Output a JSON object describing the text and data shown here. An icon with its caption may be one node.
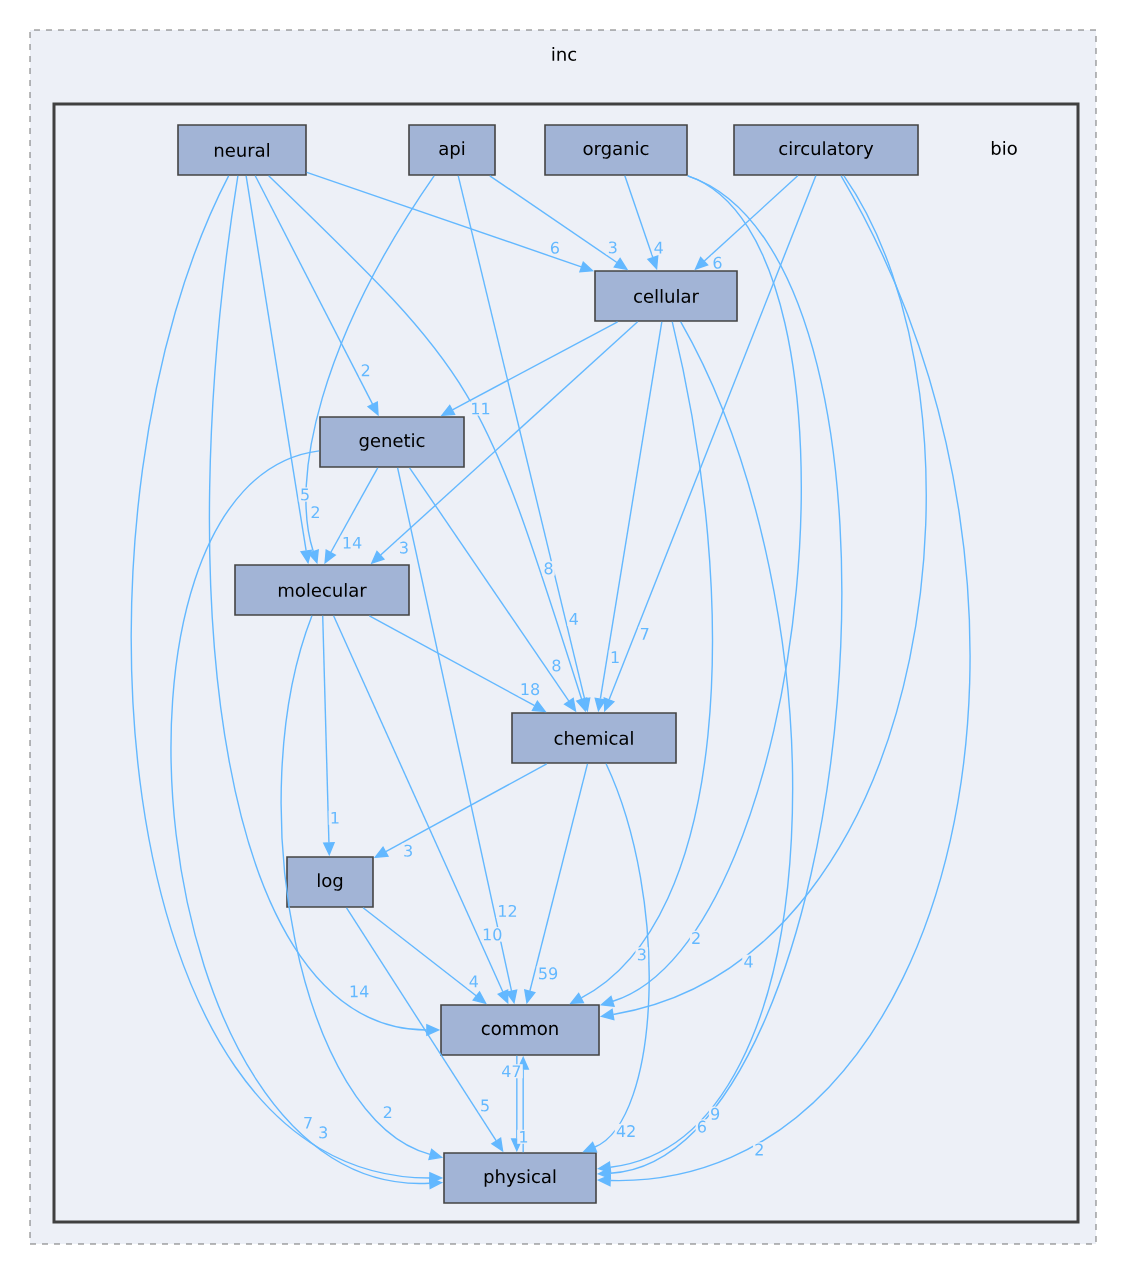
{
  "diagram": {
    "nodes": [
      {
        "text": [
          "inc"
        ]
      },
      {
        "text": [
          "bio"
        ],
        "in": 0
      },
      {
        "text": [
          "neural"
        ],
        "in": 1
      },
      {
        "text": [
          "api"
        ],
        "in": 1
      },
      {
        "text": [
          "organic"
        ],
        "in": 1
      },
      {
        "text": [
          "circulatory"
        ],
        "in": 1
      },
      {
        "text": [
          "cellular"
        ],
        "in": 1
      },
      {
        "text": [
          "genetic"
        ],
        "in": 1
      },
      {
        "text": [
          "molecular"
        ],
        "in": 1
      },
      {
        "text": [
          "chemical"
        ],
        "in": 1
      },
      {
        "text": [
          "log"
        ],
        "in": 1
      },
      {
        "text": [
          "common"
        ],
        "in": 1
      },
      {
        "text": [
          "physical"
        ],
        "in": 1
      }
    ],
    "edges": [
      {
        "from": 2,
        "to": 6,
        "arrow": "to",
        "label": "6"
      },
      {
        "from": 2,
        "to": 7,
        "arrow": "to",
        "label": "2"
      },
      {
        "from": 2,
        "to": 8,
        "arrow": "to",
        "label": "5"
      },
      {
        "from": 2,
        "to": 9,
        "arrow": "to",
        "label": "8"
      },
      {
        "from": 2,
        "to": 11,
        "arrow": "to",
        "label": "14"
      },
      {
        "from": 2,
        "to": 12,
        "arrow": "to",
        "label": "7"
      },
      {
        "from": 3,
        "to": 6,
        "arrow": "to",
        "label": "3"
      },
      {
        "from": 3,
        "to": 8,
        "arrow": "to",
        "label": "2"
      },
      {
        "from": 3,
        "to": 9,
        "arrow": "to",
        "label": "4"
      },
      {
        "from": 4,
        "to": 6,
        "arrow": "to",
        "label": "4"
      },
      {
        "from": 4,
        "to": 11,
        "arrow": "to",
        "label": "2"
      },
      {
        "from": 4,
        "to": 12,
        "arrow": "to",
        "label": "9"
      },
      {
        "from": 5,
        "to": 6,
        "arrow": "to",
        "label": "6"
      },
      {
        "from": 5,
        "to": 9,
        "arrow": "to",
        "label": "7"
      },
      {
        "from": 5,
        "to": 11,
        "arrow": "to",
        "label": "4"
      },
      {
        "from": 5,
        "to": 12,
        "arrow": "to",
        "label": "2"
      },
      {
        "from": 6,
        "to": 7,
        "arrow": "to",
        "label": "11"
      },
      {
        "from": 6,
        "to": 8,
        "arrow": "to",
        "label": "3"
      },
      {
        "from": 6,
        "to": 9,
        "arrow": "to",
        "label": "1"
      },
      {
        "from": 6,
        "to": 11,
        "arrow": "to",
        "label": "3"
      },
      {
        "from": 6,
        "to": 12,
        "arrow": "to",
        "label": "6"
      },
      {
        "from": 7,
        "to": 8,
        "arrow": "to",
        "label": "14"
      },
      {
        "from": 7,
        "to": 9,
        "arrow": "to",
        "label": "8"
      },
      {
        "from": 7,
        "to": 11,
        "arrow": "to",
        "label": "12"
      },
      {
        "from": 7,
        "to": 12,
        "arrow": "to",
        "label": "3"
      },
      {
        "from": 8,
        "to": 9,
        "arrow": "to",
        "label": "18"
      },
      {
        "from": 8,
        "to": 10,
        "arrow": "to",
        "label": "1"
      },
      {
        "from": 8,
        "to": 11,
        "arrow": "to",
        "label": "10"
      },
      {
        "from": 8,
        "to": 12,
        "arrow": "to",
        "label": "2"
      },
      {
        "from": 9,
        "to": 10,
        "arrow": "to",
        "label": "3"
      },
      {
        "from": 9,
        "to": 11,
        "arrow": "to",
        "label": "59"
      },
      {
        "from": 9,
        "to": 12,
        "arrow": "to",
        "label": "42"
      },
      {
        "from": 10,
        "to": 11,
        "arrow": "to",
        "label": "4"
      },
      {
        "from": 10,
        "to": 12,
        "arrow": "to",
        "label": "5"
      },
      {
        "from": 11,
        "to": 12,
        "arrow": "to",
        "label": "1"
      },
      {
        "from": 12,
        "to": 11,
        "arrow": "to",
        "label": "47"
      }
    ]
  }
}
